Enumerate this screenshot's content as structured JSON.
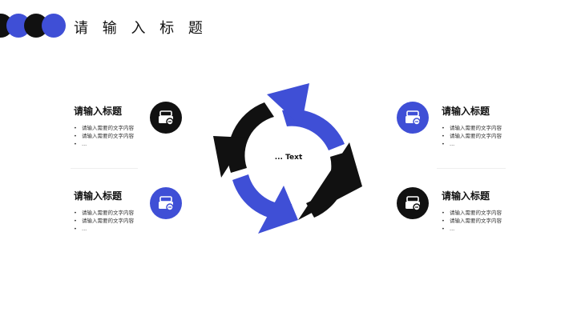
{
  "header": {
    "title": "请 输 入 标 题"
  },
  "decor": {
    "dots": [
      "#111111",
      "#3f4fd6",
      "#111111",
      "#3f4fd6"
    ]
  },
  "center": {
    "text": "... Text"
  },
  "colors": {
    "accent": "#3f4fd6",
    "dark": "#111111"
  },
  "blocks": [
    {
      "title": "请输入标题",
      "bullets": [
        "请输入需要的文字内容",
        "请输入需要的文字内容",
        "..."
      ],
      "icon": "basket-icon",
      "icon_color": "#111111"
    },
    {
      "title": "请输入标题",
      "bullets": [
        "请输入需要的文字内容",
        "请输入需要的文字内容",
        "..."
      ],
      "icon": "basket-icon",
      "icon_color": "#3f4fd6"
    },
    {
      "title": "请输入标题",
      "bullets": [
        "请输入需要的文字内容",
        "请输入需要的文字内容",
        "..."
      ],
      "icon": "basket-icon",
      "icon_color": "#3f4fd6"
    },
    {
      "title": "请输入标题",
      "bullets": [
        "请输入需要的文字内容",
        "请输入需要的文字内容",
        "..."
      ],
      "icon": "basket-icon",
      "icon_color": "#111111"
    }
  ]
}
